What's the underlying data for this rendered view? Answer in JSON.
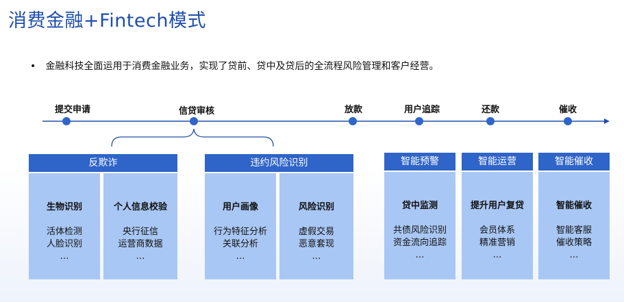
{
  "title": "消费金融+Fintech模式",
  "bullet": {
    "dot": "•",
    "text": "金融科技全面运用于消费金融业务，实现了贷前、贷中及贷后的全流程风险管理和客户经营。"
  },
  "stages": [
    "提交申请",
    "信贷审核",
    "放款",
    "用户追踪",
    "还款",
    "催收"
  ],
  "groups": [
    {
      "header": "反欺诈",
      "columns": [
        {
          "heading": "生物识别",
          "lines": [
            "活体检测",
            "人脸识别",
            "…"
          ]
        },
        {
          "heading": "个人信息校验",
          "lines": [
            "央行征信",
            "运营商数据",
            "…"
          ]
        }
      ]
    },
    {
      "header": "违约风险识别",
      "columns": [
        {
          "heading": "用户画像",
          "lines": [
            "行为特征分析",
            "关联分析",
            "…"
          ]
        },
        {
          "heading": "风险识别",
          "lines": [
            "虚假交易",
            "恶意套现",
            "…"
          ]
        }
      ]
    },
    {
      "header": "智能预警",
      "columns": [
        {
          "heading": "贷中监测",
          "lines": [
            "共债风险识别",
            "资金流向追踪",
            "…"
          ]
        }
      ]
    },
    {
      "header": "智能运营",
      "columns": [
        {
          "heading": "提升用户复贷",
          "lines": [
            "会员体系",
            "精准营销",
            "…"
          ]
        }
      ]
    },
    {
      "header": "智能催收",
      "columns": [
        {
          "heading": "智能催收",
          "lines": [
            "智能客服",
            "催收策略",
            "…"
          ]
        }
      ]
    }
  ],
  "colors": {
    "title": "#1f4ea8",
    "header": "#2f64c8",
    "panel": "#a9c7f4",
    "line": "#1f4ea8"
  }
}
